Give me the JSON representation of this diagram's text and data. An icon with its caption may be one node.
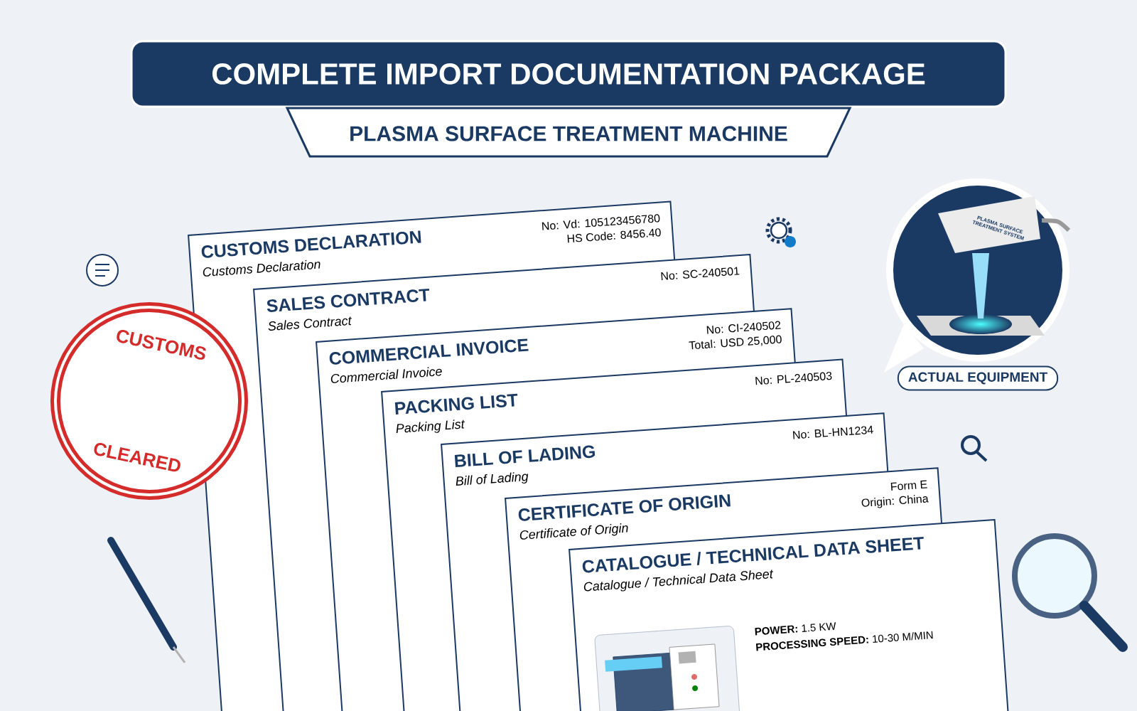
{
  "diagram": {
    "title": "COMPLETE IMPORT DOCUMENTATION PACKAGE",
    "nodes": [
      {
        "text": [
          "PLASMA SURFACE TREATMENT MACHINE"
        ]
      },
      {
        "text": [
          "CUSTOMS DECLARATION",
          "Customs Declaration",
          "No: Vd: 105123456780",
          "HS Code: 8456.40"
        ]
      },
      {
        "text": [
          "SALES CONTRACT",
          "Sales Contract",
          "No: SC-240501"
        ]
      },
      {
        "text": [
          "COMMERCIAL INVOICE",
          "Commercial Invoice",
          "No: CI-240502",
          "Total: USD 25,000"
        ]
      },
      {
        "text": [
          "PACKING LIST",
          "Packing List",
          "No: PL-240503"
        ]
      },
      {
        "text": [
          "BILL OF LADING",
          "Bill of Lading",
          "No: BL-HN1234"
        ]
      },
      {
        "text": [
          "CERTIFICATE OF ORIGIN",
          "Certificate of Origin",
          "Form E",
          "Origin: China"
        ]
      },
      {
        "text": [
          "CATALOGUE / TECHNICAL DATA SHEET",
          "Catalogue / Technical Data Sheet",
          "**POWER:** 1.5 KW",
          "**PROCESSING SPEED:** 10-30 M/MIN"
        ]
      },
      {
        "text": [
          "CUSTOMS",
          "CLEARED"
        ]
      },
      {
        "text": [],
        "shape": "circle"
      },
      {
        "text": [
          "ACTUAL EQUIPMENT"
        ]
      }
    ],
    "labels": [
      "PLASMA SURFACE TREATMENT SYSTEM"
    ]
  }
}
